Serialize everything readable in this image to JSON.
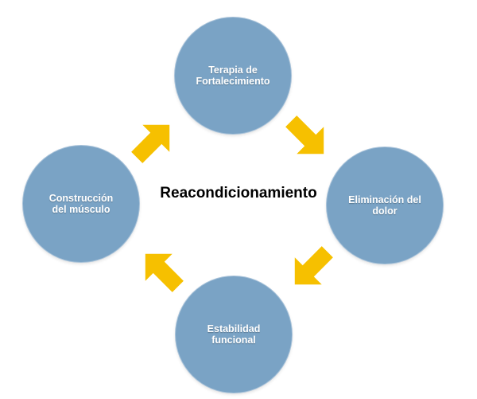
{
  "title": "Reacondicionamiento",
  "nodes": {
    "top": "Terapia de\nFortalecimiento",
    "right": "Eliminación del\ndolor",
    "bottom": "Estabilidad\nfuncional",
    "left": "Construcción\ndel músculo"
  },
  "colors": {
    "circle": "#7aa3c5",
    "arrow": "#f6c000"
  }
}
